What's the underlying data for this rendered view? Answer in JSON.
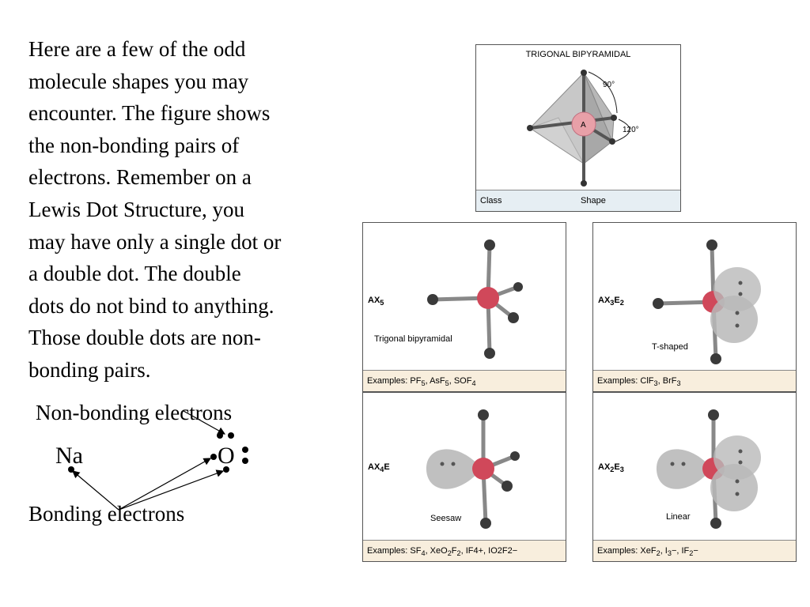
{
  "text": {
    "paragraph": "Here are a few of the odd\nmolecule shapes you may\nencounter. The figure shows\nthe non-bonding pairs of\nelectrons.  Remember on a\nLewis Dot Structure, you\nmay have only a single dot or\na double dot.  The double\ndots do not bind to anything.\nThose double dots are non-\nbonding pairs.",
    "nonbonding_label": "Non-bonding electrons",
    "na_symbol": "Na",
    "o_symbol": "O",
    "bonding_label": "Bonding electrons"
  },
  "figure": {
    "top": {
      "title": "TRIGONAL BIPYRAMIDAL",
      "angle_90": "90°",
      "angle_120": "120°",
      "center_atom": "A",
      "class_label": "Class",
      "shape_label": "Shape"
    },
    "panels": [
      {
        "class_main": "AX",
        "class_sub": "5",
        "class_rest": "",
        "class_rest_sub": "",
        "name": "Trigonal bipyramidal",
        "ex1": "Examples: PF",
        "ex1s": "5",
        "ex2": ", AsF",
        "ex2s": "5",
        "ex3": ", SOF",
        "ex3s": "4",
        "ex4": ""
      },
      {
        "class_main": "AX",
        "class_sub": "3",
        "class_rest": "E",
        "class_rest_sub": "2",
        "name": "T-shaped",
        "ex1": "Examples: ClF",
        "ex1s": "3",
        "ex2": ", BrF",
        "ex2s": "3",
        "ex3": "",
        "ex3s": "",
        "ex4": ""
      },
      {
        "class_main": "AX",
        "class_sub": "4",
        "class_rest": "E",
        "class_rest_sub": "",
        "name": "Seesaw",
        "ex1": "Examples: SF",
        "ex1s": "4",
        "ex2": ", XeO",
        "ex2s": "2",
        "ex3": "F",
        "ex3s": "2",
        "ex4": ", IF4+, IO2F2−"
      },
      {
        "class_main": "AX",
        "class_sub": "2",
        "class_rest": "E",
        "class_rest_sub": "3",
        "name": "Linear",
        "ex1": "Examples: XeF",
        "ex1s": "2",
        "ex2": ", I",
        "ex2s": "3",
        "ex3": "−, IF",
        "ex3s": "2",
        "ex4": "−"
      }
    ]
  },
  "colors": {
    "atom_red": "#d0485a",
    "ligand": "#3a3a3a",
    "lone_pair": "#b9b9b9",
    "bar_blue": "#e6eef3",
    "bar_tan": "#f8eedd"
  }
}
